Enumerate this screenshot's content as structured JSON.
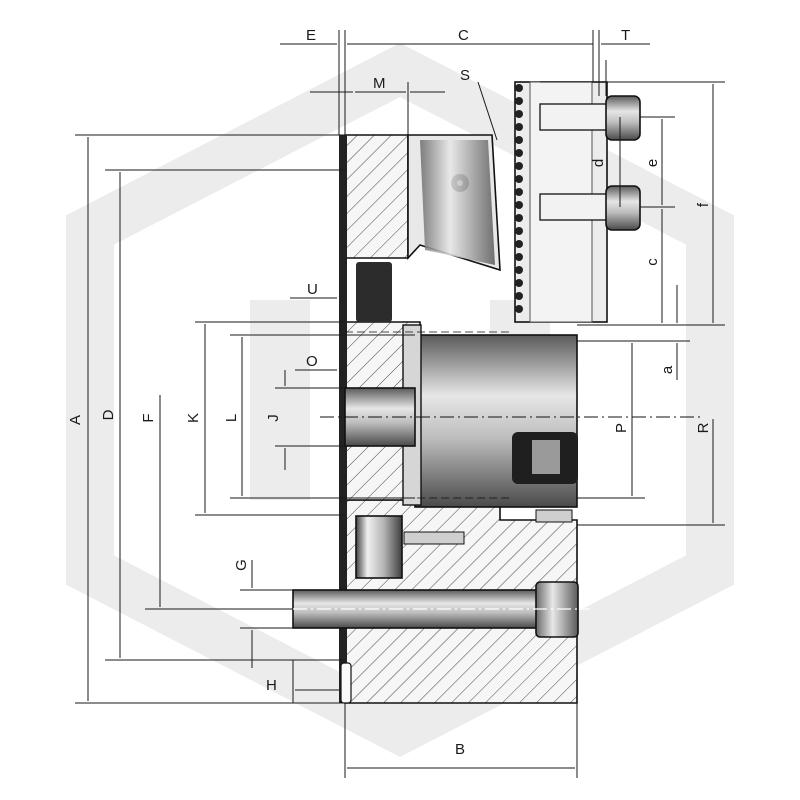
{
  "drawing": {
    "watermark_color": "#ececec",
    "part_fill": "#f4f4f4",
    "steel_dark": "#3a3a3a",
    "steel_mid": "#8a8a8a",
    "steel_light": "#d9d9d9",
    "line_color": "#1a1a1a"
  },
  "labels": {
    "A": "A",
    "B": "B",
    "C": "C",
    "D": "D",
    "E": "E",
    "F": "F",
    "G": "G",
    "H": "H",
    "J": "J",
    "K": "K",
    "L": "L",
    "M": "M",
    "O": "O",
    "P": "P",
    "R": "R",
    "S": "S",
    "T": "T",
    "U": "U",
    "a": "a",
    "c": "c",
    "d": "d",
    "e": "e",
    "f": "f"
  }
}
